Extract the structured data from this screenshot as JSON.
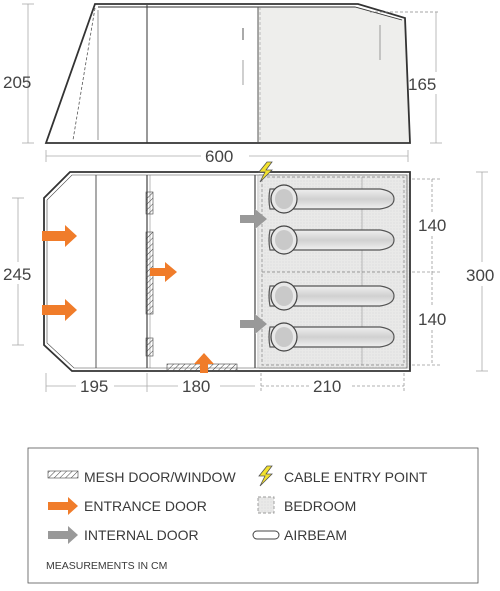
{
  "dimensions": {
    "side_height": "205",
    "bedroom_height": "165",
    "total_length": "600",
    "living_width": "245",
    "total_width": "300",
    "pod_upper": "140",
    "pod_lower": "140",
    "porch_length": "195",
    "living_length": "180",
    "bedroom_length": "210"
  },
  "legend": {
    "mesh": "MESH DOOR/WINDOW",
    "entrance": "ENTRANCE DOOR",
    "internal": "INTERNAL DOOR",
    "cable": "CABLE ENTRY POINT",
    "bedroom": "BEDROOM",
    "airbeam": "AIRBEAM",
    "note": "MEASUREMENTS IN CM"
  },
  "colors": {
    "outline": "#333333",
    "entrance_arrow": "#f07c2a",
    "internal_arrow": "#9a9a9a",
    "bedroom_fill": "#ebebea",
    "cable_bolt": "#f3e22e"
  },
  "icons": {
    "mesh": "mesh-hatch-icon",
    "entrance": "orange-arrow-icon",
    "internal": "grey-arrow-icon",
    "cable": "lightning-bolt-icon",
    "bedroom": "bedroom-swatch-icon",
    "airbeam": "airbeam-capsule-icon"
  }
}
